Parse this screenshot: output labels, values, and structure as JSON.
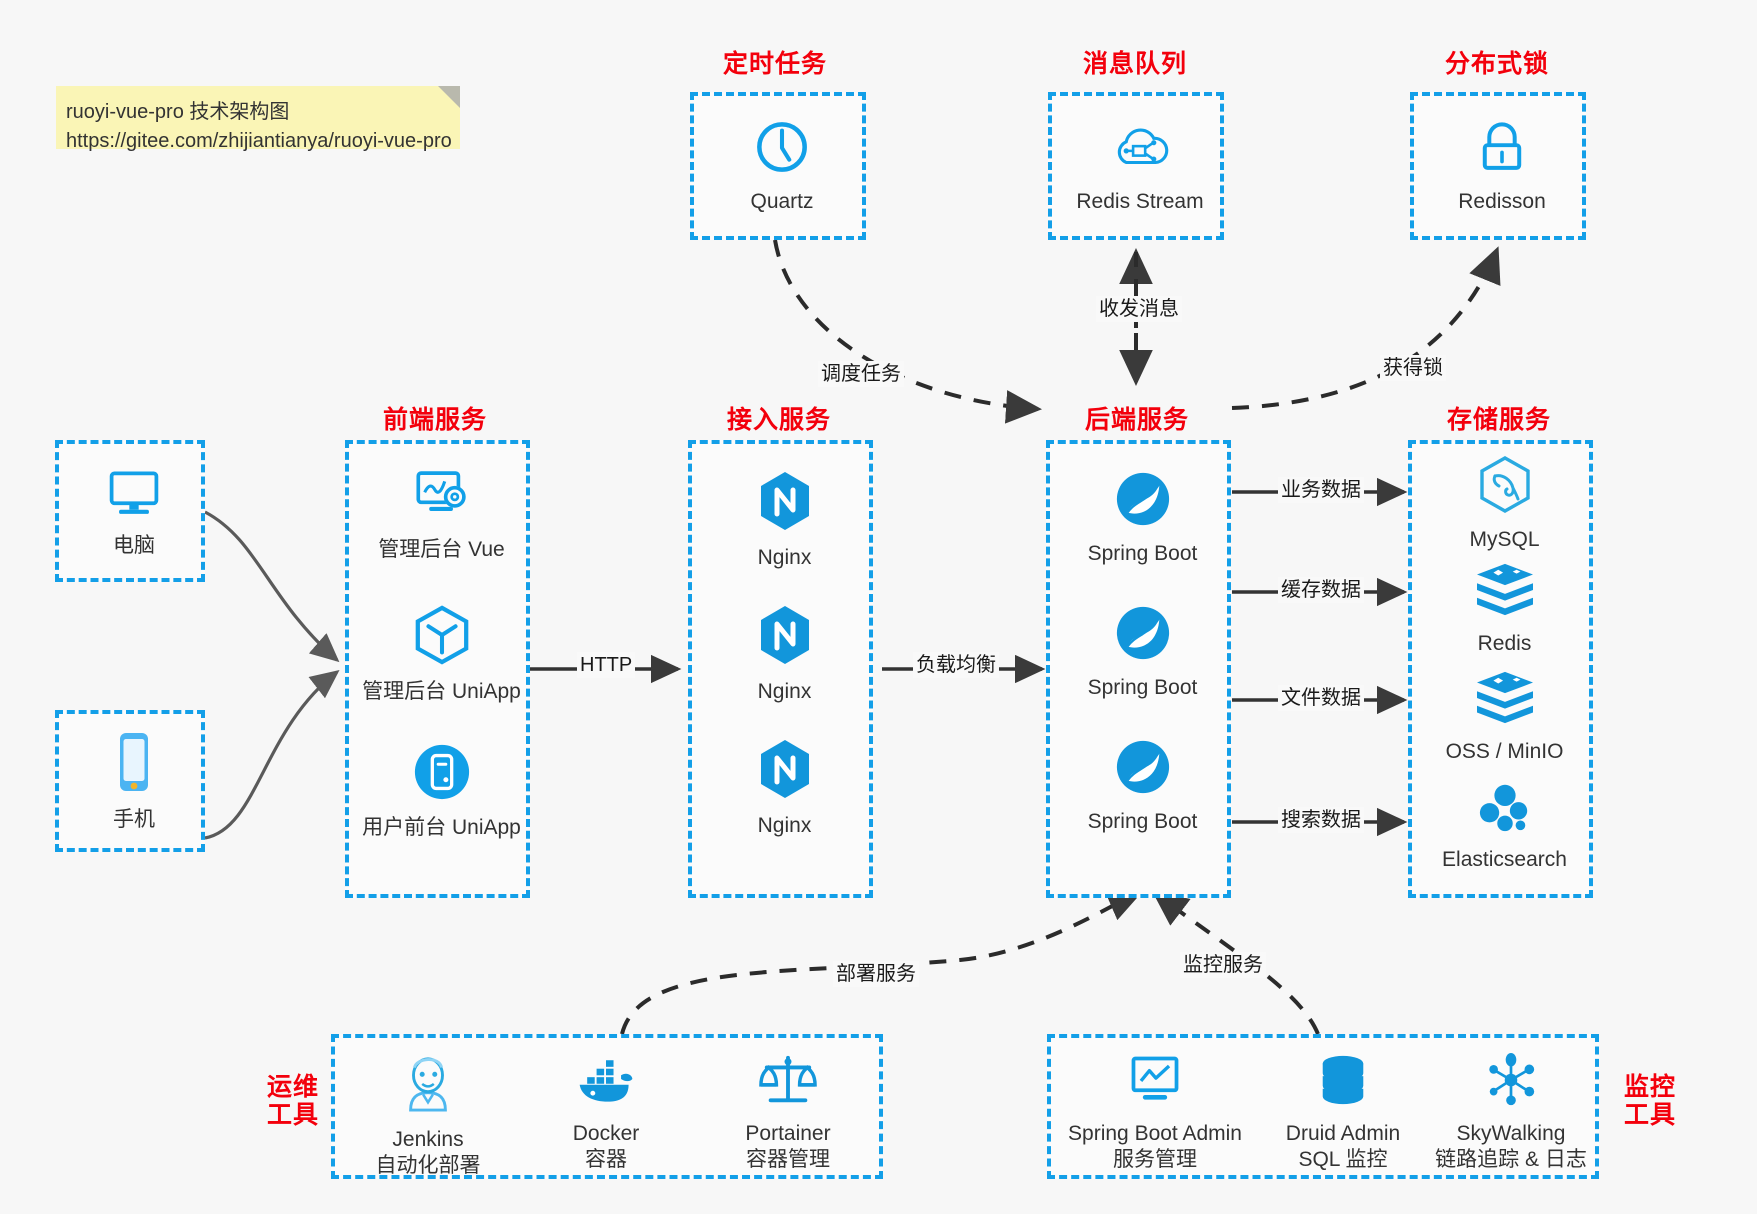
{
  "note": {
    "line1": "ruoyi-vue-pro 技术架构图",
    "line2": "https://gitee.com/zhijiantianya/ruoyi-vue-pro"
  },
  "captions": {
    "scheduled_task": "定时任务",
    "message_queue": "消息队列",
    "distributed_lock": "分布式锁",
    "frontend_service": "前端服务",
    "access_service": "接入服务",
    "backend_service": "后端服务",
    "storage_service": "存储服务",
    "devops_tools_1": "运维",
    "devops_tools_2": "工具",
    "monitor_tools_1": "监控",
    "monitor_tools_2": "工具"
  },
  "top_nodes": {
    "quartz": "Quartz",
    "redis_stream": "Redis Stream",
    "redisson": "Redisson"
  },
  "clients": [
    {
      "label": "电脑",
      "icon": "desktop-icon"
    },
    {
      "label": "手机",
      "icon": "mobile-icon"
    }
  ],
  "frontend": [
    {
      "label": "管理后台 Vue",
      "icon": "dashboard-gear-icon"
    },
    {
      "label": "管理后台 UniApp",
      "icon": "uniapp-cube-icon"
    },
    {
      "label": "用户前台 UniApp",
      "icon": "app-round-icon"
    }
  ],
  "access": [
    {
      "label": "Nginx",
      "icon": "nginx-icon"
    },
    {
      "label": "Nginx",
      "icon": "nginx-icon"
    },
    {
      "label": "Nginx",
      "icon": "nginx-icon"
    }
  ],
  "backend": [
    {
      "label": "Spring Boot",
      "icon": "spring-boot-icon"
    },
    {
      "label": "Spring Boot",
      "icon": "spring-boot-icon"
    },
    {
      "label": "Spring Boot",
      "icon": "spring-boot-icon"
    }
  ],
  "storage": [
    {
      "label": "MySQL",
      "icon": "mysql-icon"
    },
    {
      "label": "Redis",
      "icon": "redis-icon"
    },
    {
      "label": "OSS / MinIO",
      "icon": "oss-icon"
    },
    {
      "label": "Elasticsearch",
      "icon": "elasticsearch-icon"
    }
  ],
  "devops": [
    {
      "name": "Jenkins",
      "desc": "自动化部署",
      "icon": "jenkins-icon"
    },
    {
      "name": "Docker",
      "desc": "容器",
      "icon": "docker-icon"
    },
    {
      "name": "Portainer",
      "desc": "容器管理",
      "icon": "scales-icon"
    }
  ],
  "monitor": [
    {
      "name": "Spring Boot Admin",
      "desc": "服务管理",
      "icon": "monitor-chart-icon"
    },
    {
      "name": "Druid Admin",
      "desc": "SQL 监控",
      "icon": "database-icon"
    },
    {
      "name": "SkyWalking",
      "desc": "链路追踪 & 日志",
      "icon": "skywalking-icon"
    }
  ],
  "edges": {
    "http": "HTTP",
    "load_balance": "负载均衡",
    "schedule_task": "调度任务",
    "send_receive_msg": "收发消息",
    "acquire_lock": "获得锁",
    "business_data": "业务数据",
    "cache_data": "缓存数据",
    "file_data": "文件数据",
    "search_data": "搜索数据",
    "deploy_service": "部署服务",
    "monitor_service": "监控服务"
  },
  "colors": {
    "accent_blue": "#139fe8",
    "icon_blue": "#11a0e8",
    "caption_red": "#f3000c",
    "note_yellow": "#faf5b6",
    "background": "#f7f7f7",
    "arrow_dark": "#333333"
  }
}
